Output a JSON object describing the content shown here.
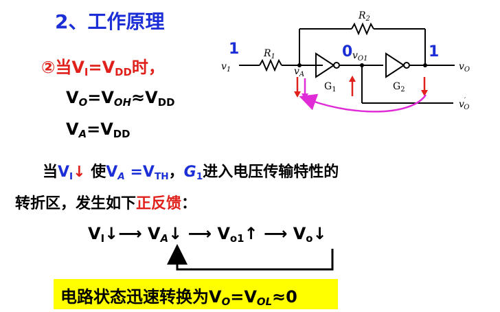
{
  "section_title": "2、工作原理",
  "condition": {
    "marker": "②当",
    "v": "V",
    "sub_i": "I",
    "eq": "=",
    "v2": "V",
    "sub_dd": "DD",
    "tail": "时，"
  },
  "eq1": {
    "lhs": "V",
    "lhs_sub": "O",
    "eq": "=",
    "mid": "V",
    "mid_sub": "OH",
    "approx": "≈",
    "rhs": "V",
    "rhs_sub": "DD"
  },
  "eq2": {
    "lhs": "V",
    "lhs_sub": "A",
    "eq": "=",
    "rhs": "V",
    "rhs_sub": "DD"
  },
  "paragraph": {
    "p1": "当",
    "vi": "V",
    "vi_sub": "I",
    "down": "↓",
    "p2": " 使",
    "va": "V",
    "va_sub": "A",
    "eq": " =",
    "vth": "V",
    "vth_sub": "TH",
    "comma": "，",
    "g": "G",
    "g_sub": "1",
    "p3": "进入电压传输特性的",
    "line2a": "转折区，发生如下",
    "feedback": "正反馈",
    "line2b": "："
  },
  "chain": {
    "vi": "V",
    "vi_sub": "I",
    "vi_arrow": "↓",
    "va": "V",
    "va_sub": "A",
    "va_arrow": "↓",
    "vo1": "V",
    "vo1_sub": "o1",
    "vo1_arrow": "↑",
    "vo": "V",
    "vo_sub": "o",
    "vo_arrow": "↓",
    "link": "⟶"
  },
  "conclusion": {
    "text": "电路状态迅速转换为",
    "v": "V",
    "v_sub": "O",
    "eq": "=",
    "v2": "V",
    "v2_sub": "OL",
    "tail": "≈0"
  },
  "circuit": {
    "input_level": "1",
    "mid_level": "0",
    "output_level": "1",
    "labels": {
      "v1": "v",
      "v1_sub": "1",
      "r1": "R",
      "r1_sub": "1",
      "r2": "R",
      "r2_sub": "2",
      "va": "v",
      "va_sub": "A",
      "vo1": "v",
      "vo1_sub": "O1",
      "g1": "G",
      "g1_sub": "1",
      "g2": "G",
      "g2_sub": "2",
      "vo": "v",
      "vo_sub": "O",
      "vo_prime": "v",
      "vo_prime_sub": "O",
      "prime": "′"
    },
    "colors": {
      "wire": "#000000",
      "level": "#1c2fd6",
      "arrow_red": "#e0201a",
      "feedback": "#e02cd6"
    }
  }
}
